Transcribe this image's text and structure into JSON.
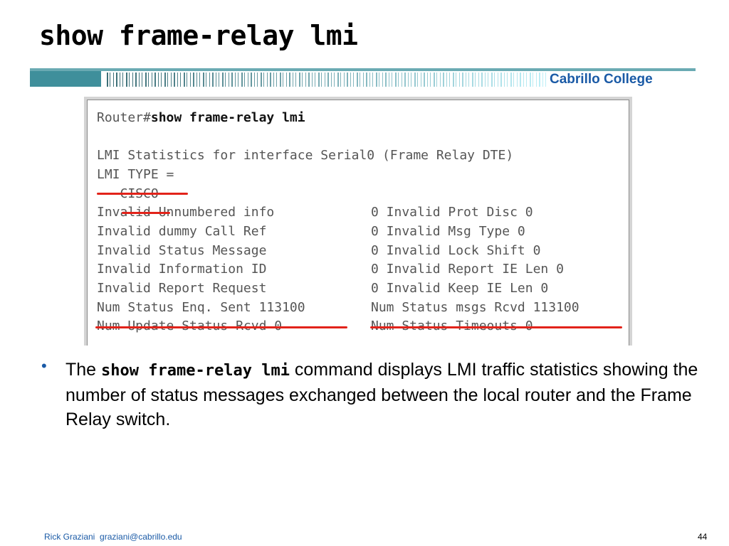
{
  "slide": {
    "title": "show frame-relay lmi",
    "brand": "Cabrillo College",
    "footer": {
      "author": "Rick Graziani  graziani@cabrillo.edu",
      "page": "44"
    }
  },
  "terminal": {
    "prompt": "Router#",
    "command": "show frame-relay lmi",
    "lines": [
      "LMI Statistics for interface Serial0 (Frame Relay DTE)",
      "LMI TYPE =",
      "   CISCO"
    ],
    "stats_left": [
      "Invalid Unnumbered info",
      "Invalid dummy Call Ref",
      "Invalid Status Message",
      "Invalid Information ID",
      "Invalid Report Request",
      "Num Status Enq. Sent 113100",
      "Num Update Status Rcvd 0"
    ],
    "stats_right": [
      "0 Invalid Prot Disc 0",
      "0 Invalid Msg Type 0",
      "0 Invalid Lock Shift 0",
      "0 Invalid Report IE Len 0",
      "0 Invalid Keep IE Len 0",
      "Num Status msgs Rcvd 113100",
      "Num Status Timeouts 0"
    ]
  },
  "bullet": {
    "lead": "The ",
    "command": "show frame-relay lmi",
    "rest": " command displays LMI traffic statistics showing the number of status messages exchanged between the local router and the Frame Relay switch."
  },
  "colors": {
    "accent_red": "#e2231a",
    "brand_blue": "#1a5aa6",
    "band_teal": "#4a9aa5"
  }
}
